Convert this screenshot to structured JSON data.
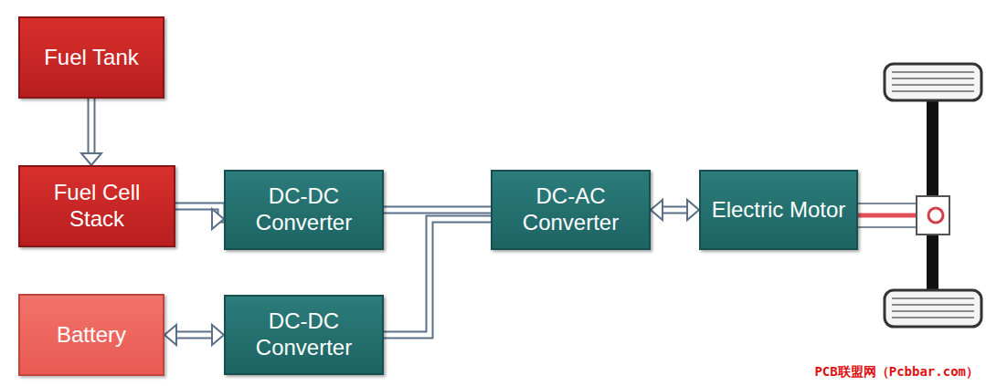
{
  "diagram": {
    "nodes": [
      {
        "text": [
          "Fuel Tank"
        ]
      },
      {
        "text": [
          "Fuel Cell Stack"
        ]
      },
      {
        "text": [
          "DC-DC Converter"
        ]
      },
      {
        "text": [
          "Battery"
        ]
      },
      {
        "text": [
          "DC-DC Converter"
        ]
      },
      {
        "text": [
          "DC-AC Converter"
        ]
      },
      {
        "text": [
          "Electric Motor"
        ]
      }
    ],
    "edges": [
      {
        "from": 0,
        "to": 1,
        "arrow": "to"
      },
      {
        "from": 1,
        "to": 2,
        "arrow": "to"
      },
      {
        "from": 3,
        "to": 4,
        "arrow": "both"
      },
      {
        "from": 2,
        "to": 5,
        "arrow": "none"
      },
      {
        "from": 4,
        "to": 5,
        "arrow": "none"
      },
      {
        "from": 5,
        "to": 6,
        "arrow": "both"
      }
    ],
    "labels": [
      "PCB联盟网（Pcbbar.com）"
    ]
  }
}
